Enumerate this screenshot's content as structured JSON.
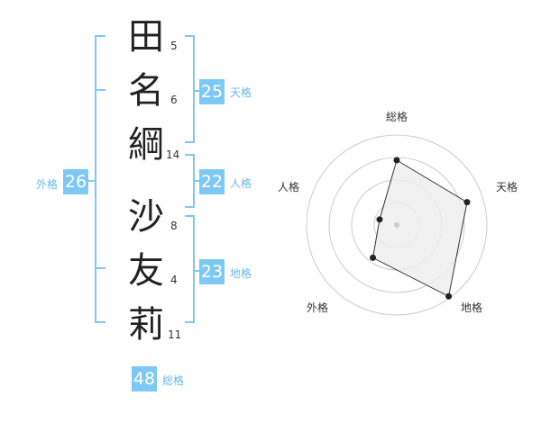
{
  "name": {
    "chars": [
      {
        "char": "田",
        "strokes": "5"
      },
      {
        "char": "名",
        "strokes": "6"
      },
      {
        "char": "綱",
        "strokes": "14"
      },
      {
        "char": "沙",
        "strokes": "8"
      },
      {
        "char": "友",
        "strokes": "4"
      },
      {
        "char": "莉",
        "strokes": "11"
      }
    ]
  },
  "fortunes": {
    "tenkaku": {
      "label": "天格",
      "value": "25"
    },
    "jinkaku": {
      "label": "人格",
      "value": "22"
    },
    "chikaku": {
      "label": "地格",
      "value": "23"
    },
    "gaikaku": {
      "label": "外格",
      "value": "26"
    },
    "soukaku": {
      "label": "総格",
      "value": "48"
    }
  },
  "colors": {
    "accent": "#7ec8f4",
    "accent_text": "#66b9ee",
    "radar_fill": "#eeeeee",
    "radar_line": "#333333"
  },
  "chart_data": {
    "type": "radar",
    "axes": [
      "総格",
      "天格",
      "地格",
      "外格",
      "人格"
    ],
    "values": [
      0.72,
      0.82,
      0.98,
      0.45,
      0.2
    ],
    "scale": [
      0,
      1
    ],
    "rings": 4
  }
}
